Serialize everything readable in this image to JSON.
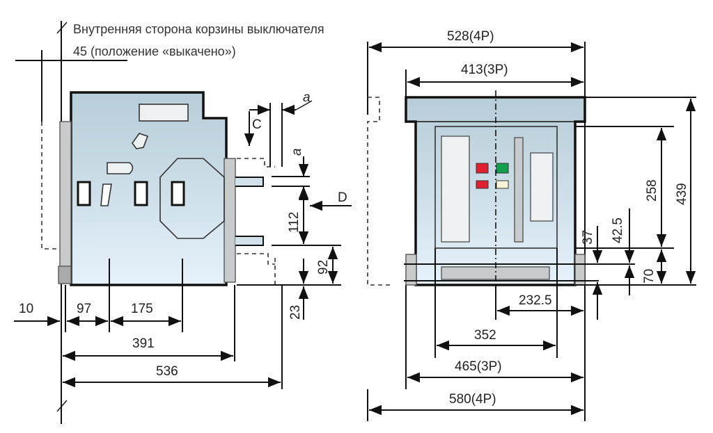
{
  "notes": {
    "line1": "Внутренняя сторона корзины выключателя",
    "line2": "45 (положение «выкачено»)"
  },
  "side_view": {
    "labels": {
      "a_top": "a",
      "a_side": "a",
      "c": "C",
      "d": "D"
    },
    "dims": {
      "d112": "112",
      "d92": "92",
      "d23": "23",
      "d10": "10",
      "d97": "97",
      "d175": "175",
      "d391": "391",
      "d536": "536"
    }
  },
  "front_view": {
    "dims": {
      "d528": "528(4P)",
      "d413": "413(3P)",
      "d439": "439",
      "d258": "258",
      "d42_5": "42.5",
      "d37": "37",
      "d70": "70",
      "d232_5": "232.5",
      "d352": "352",
      "d465": "465(3P)",
      "d580": "580(4P)"
    },
    "indicator_colors": [
      "#e02030",
      "#10a050",
      "#e02030",
      "#f5f3d8"
    ]
  },
  "colors": {
    "body_top": "#b7cdd8",
    "body_bottom": "#e6f2fb"
  }
}
